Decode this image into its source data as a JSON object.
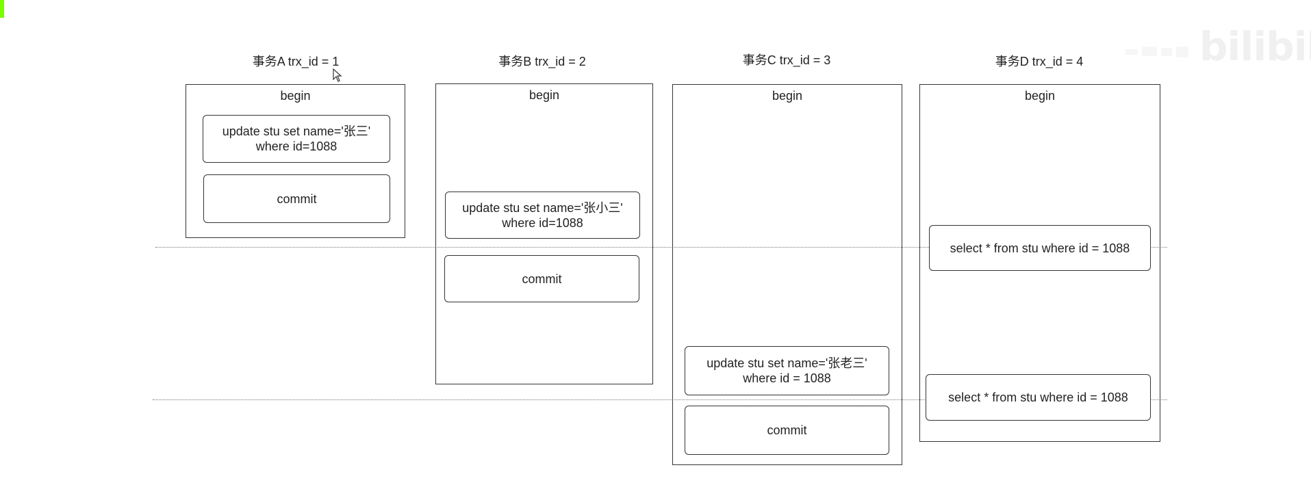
{
  "watermark": {
    "logo": "bilibili"
  },
  "transactions": [
    {
      "title": "事务A trx_id = 1",
      "begin": "begin",
      "update": {
        "line1": "update stu set name='张三'",
        "line2": "where id=1088"
      },
      "commit": "commit"
    },
    {
      "title": "事务B trx_id = 2",
      "begin": "begin",
      "update": {
        "line1": "update stu set name='张小三'",
        "line2": "where id=1088"
      },
      "commit": "commit"
    },
    {
      "title": "事务C trx_id = 3",
      "begin": "begin",
      "update": {
        "line1": "update stu set name='张老三'",
        "line2": "where id = 1088"
      },
      "commit": "commit"
    },
    {
      "title": "事务D trx_id = 4",
      "begin": "begin",
      "select1": "select * from stu where id = 1088",
      "select2": "select * from stu where id = 1088"
    }
  ]
}
